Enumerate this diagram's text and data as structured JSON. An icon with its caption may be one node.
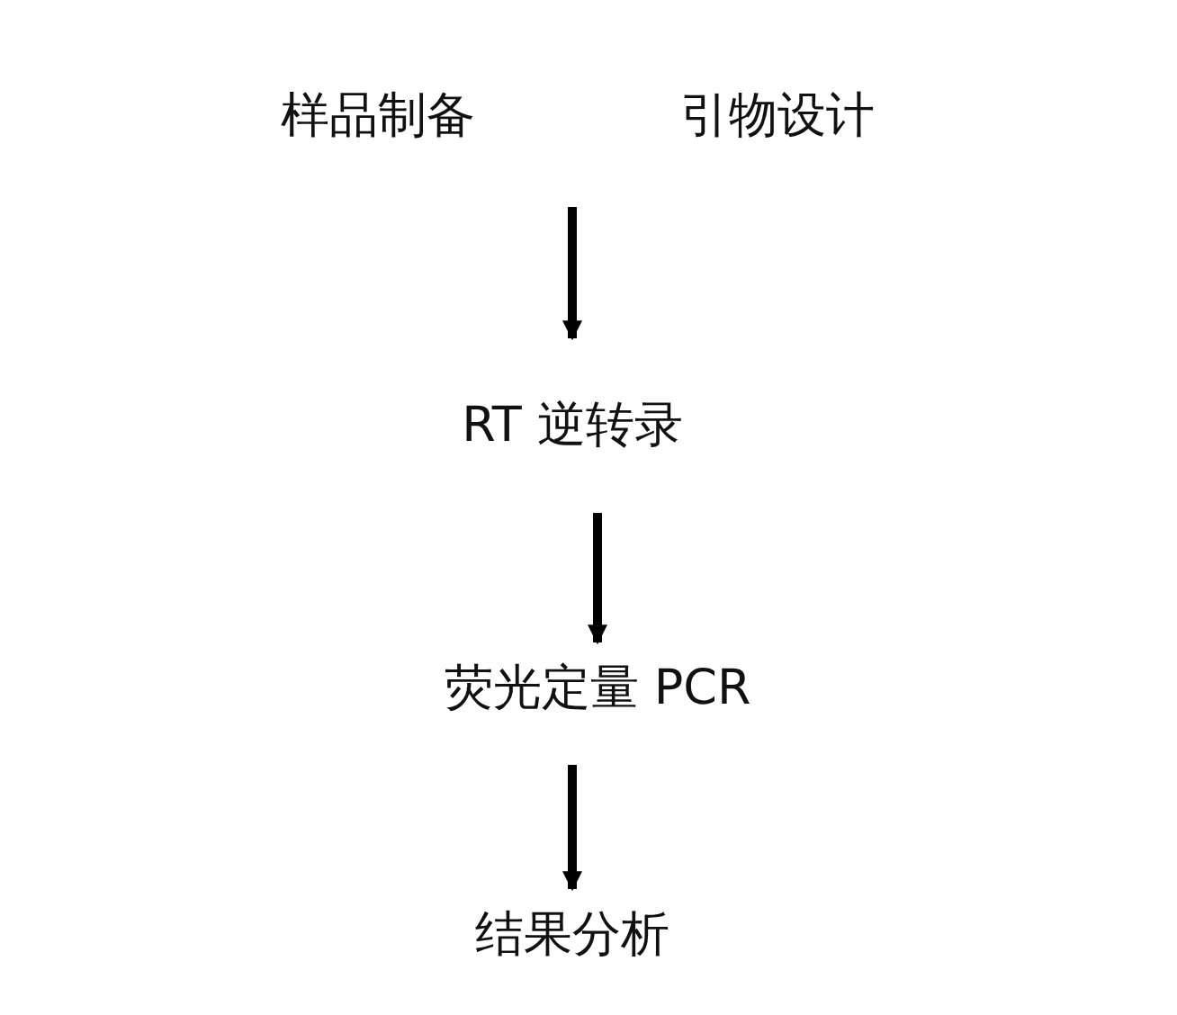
{
  "diagram": {
    "nodes": [
      {
        "text": [
          "样品制备"
        ]
      },
      {
        "text": [
          "引物设计"
        ]
      },
      {
        "text": [
          "RT 逆转录"
        ]
      },
      {
        "text": [
          "荧光定量 PCR"
        ]
      },
      {
        "text": [
          "结果分析"
        ]
      }
    ],
    "edges": [
      {
        "from": null,
        "to": 2,
        "arrow": "to"
      },
      {
        "from": 2,
        "to": 3,
        "arrow": "to"
      },
      {
        "from": 3,
        "to": 4,
        "arrow": "to"
      }
    ]
  }
}
